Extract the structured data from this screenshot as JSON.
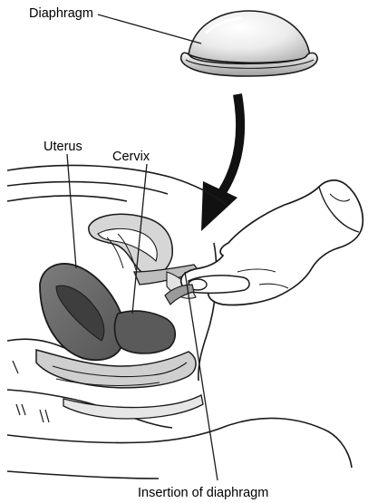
{
  "labels": {
    "diaphragm": "Diaphragm",
    "uterus": "Uterus",
    "cervix": "Cervix",
    "insertion": "Insertion of diaphragm"
  },
  "colors": {
    "line": "#1a1a1a",
    "uterus_fill": "#6b6b6b",
    "uterus_inner": "#4a4a4a",
    "tissue_light": "#cfcfcf",
    "tissue_mid": "#a9a9a9",
    "hand_fill": "#ffffff",
    "dome_light": "#f2f2f2",
    "dome_shade": "#c4c4c4"
  }
}
